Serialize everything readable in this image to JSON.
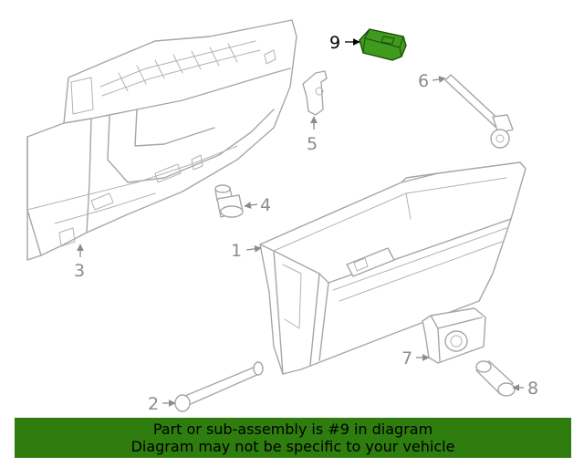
{
  "highlight_color": "#3f9a1e",
  "banner_color": "#2e7d0e",
  "callouts": [
    {
      "number": "1",
      "highlighted": false
    },
    {
      "number": "2",
      "highlighted": false
    },
    {
      "number": "3",
      "highlighted": false
    },
    {
      "number": "4",
      "highlighted": false
    },
    {
      "number": "5",
      "highlighted": false
    },
    {
      "number": "6",
      "highlighted": false
    },
    {
      "number": "7",
      "highlighted": false
    },
    {
      "number": "8",
      "highlighted": false
    },
    {
      "number": "9",
      "highlighted": true
    }
  ],
  "banner": {
    "line1": "Part or sub-assembly is #9 in diagram",
    "line2": "Diagram may not be specific to your vehicle"
  }
}
